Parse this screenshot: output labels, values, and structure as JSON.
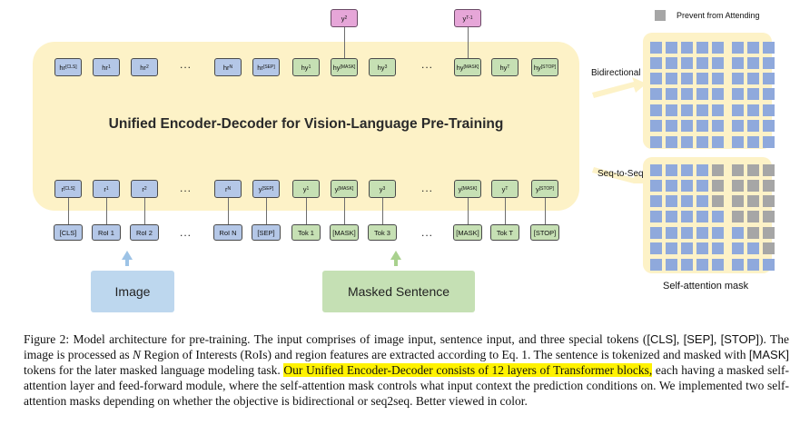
{
  "diagram": {
    "title": "Unified Encoder-Decoder for Vision-Language Pre-Training",
    "outputs": [
      {
        "main": "y",
        "sub": "2"
      },
      {
        "main": "y",
        "sub": "T-1"
      }
    ],
    "hidden_tokens": [
      {
        "main": "hr",
        "sub": "[CLS]",
        "color": "blue"
      },
      {
        "main": "hr",
        "sub": "1",
        "color": "blue"
      },
      {
        "main": "hr",
        "sub": "2",
        "color": "blue"
      },
      {
        "main": "hr",
        "sub": "N",
        "color": "blue"
      },
      {
        "main": "hr",
        "sub": "[SEP]",
        "color": "blue"
      },
      {
        "main": "hy",
        "sub": "1",
        "color": "green"
      },
      {
        "main": "hy",
        "sub": "[MASK]",
        "color": "green"
      },
      {
        "main": "hy",
        "sub": "3",
        "color": "green"
      },
      {
        "main": "hy",
        "sub": "[MASK]",
        "color": "green"
      },
      {
        "main": "hy",
        "sub": "T",
        "color": "green"
      },
      {
        "main": "hy",
        "sub": "[STOP]",
        "color": "green"
      }
    ],
    "embed_tokens": [
      {
        "main": "r",
        "sub": "[CLS]",
        "color": "blue"
      },
      {
        "main": "r",
        "sub": "1",
        "color": "blue"
      },
      {
        "main": "r",
        "sub": "2",
        "color": "blue"
      },
      {
        "main": "r",
        "sub": "N",
        "color": "blue"
      },
      {
        "main": "y",
        "sub": "[SEP]",
        "color": "blue"
      },
      {
        "main": "y",
        "sub": "1",
        "color": "green"
      },
      {
        "main": "y",
        "sub": "[MASK]",
        "color": "green"
      },
      {
        "main": "y",
        "sub": "3",
        "color": "green"
      },
      {
        "main": "y",
        "sub": "[MASK]",
        "color": "green"
      },
      {
        "main": "y",
        "sub": "T",
        "color": "green"
      },
      {
        "main": "y",
        "sub": "[STOP]",
        "color": "green"
      }
    ],
    "input_tokens": [
      "[CLS]",
      "RoI 1",
      "RoI 2",
      "RoI N",
      "[SEP]",
      "Tok 1",
      "[MASK]",
      "Tok 3",
      "[MASK]",
      "Tok T",
      "[STOP]"
    ],
    "dots": "...",
    "image_label": "Image",
    "sentence_label": "Masked Sentence",
    "legend_label": "Prevent from Attending",
    "bidirectional_label": "Bidirectional",
    "seq2seq_label": "Seq-to-Seq",
    "mask_caption": "Self-attention mask",
    "colors": {
      "panel": "#fdf2c7",
      "blue_token": "#b4c7e7",
      "green_token": "#c6e0b4",
      "pink_token": "#e6a6d8",
      "mask_blue": "#8fa9dc",
      "mask_gray": "#a6a6a6"
    }
  },
  "caption": {
    "p1": "Figure 2: Model architecture for pre-training. The input comprises of image input, sentence input, and three special tokens (",
    "t_cls": "[CLS]",
    "p2": ", ",
    "t_sep": "[SEP]",
    "p3": ", ",
    "t_stop": "[STOP]",
    "p4": "). The image is processed as ",
    "n": "N",
    "p5": " Region of Interests (RoIs) and region features are extracted according to Eq. 1. The sentence is tokenized and masked with ",
    "t_mask": "[MASK]",
    "p6": " tokens for the later masked language modeling task. ",
    "highlight": "Our Unified Encoder-Decoder consists of 12 layers of Transformer blocks,",
    "p7": " each having a masked self-attention layer and feed-forward module, where the self-attention mask controls what input context the prediction conditions on. We implemented two self-attention masks depending on whether the objective is bidirectional or seq2seq. Better viewed in color."
  }
}
